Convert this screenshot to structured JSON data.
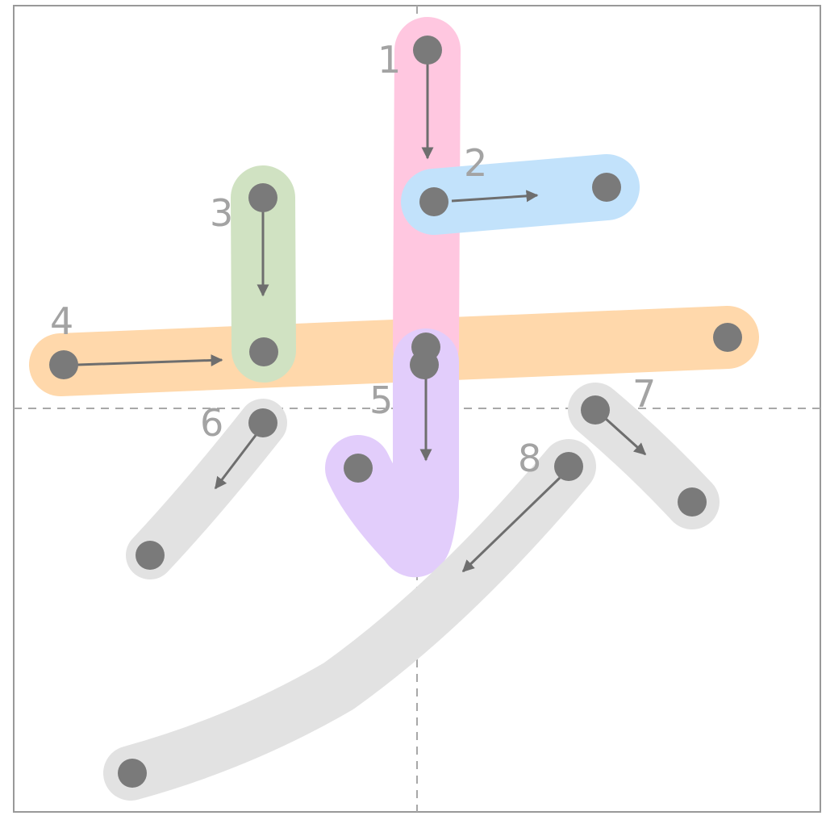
{
  "diagram": {
    "guide_line_color": "#a8a8a8",
    "frame_color": "#999999",
    "dot_color": "#7a7a7a",
    "arrow_color": "#6e6e6e",
    "strokes": [
      {
        "number": "1",
        "color": "#ffc7e0"
      },
      {
        "number": "2",
        "color": "#c2e2fb"
      },
      {
        "number": "3",
        "color": "#d0e2c2"
      },
      {
        "number": "4",
        "color": "#ffd8ab"
      },
      {
        "number": "5",
        "color": "#e2cdfb"
      },
      {
        "number": "6",
        "color": "#e2e2e2"
      },
      {
        "number": "7",
        "color": "#e2e2e2"
      },
      {
        "number": "8",
        "color": "#e2e2e2"
      }
    ]
  }
}
